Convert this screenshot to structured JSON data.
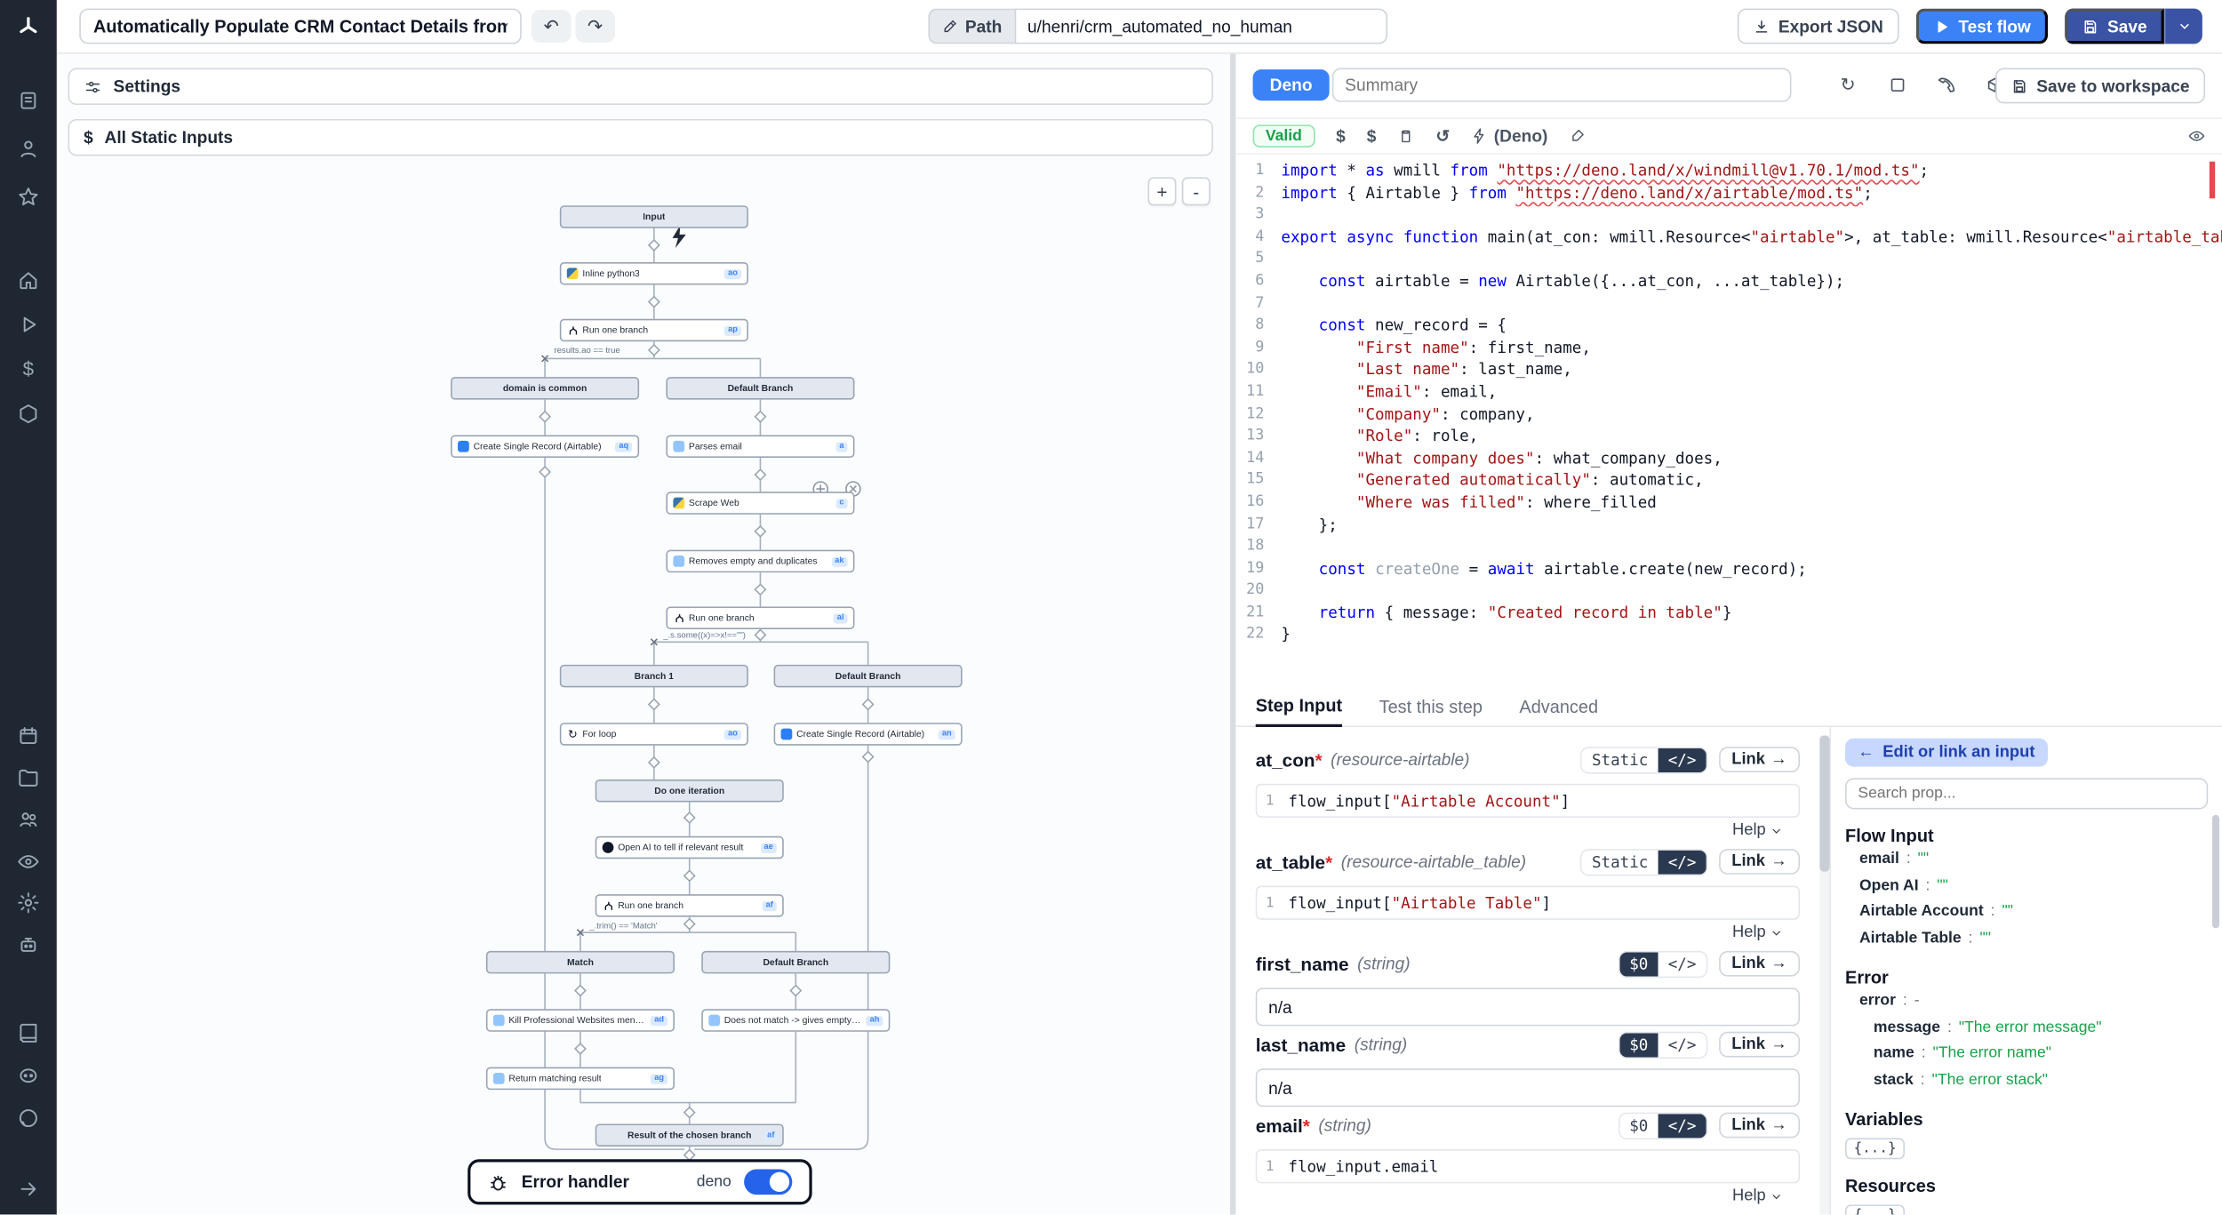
{
  "topbar": {
    "title": "Automatically Populate CRM Contact Details from",
    "path_label": "Path",
    "path_value": "u/henri/crm_automated_no_human",
    "export_json": "Export JSON",
    "test_flow": "Test flow",
    "save": "Save"
  },
  "flow": {
    "settings_label": "Settings",
    "static_inputs_label": "All Static Inputs",
    "zoom_in": "+",
    "zoom_out": "-",
    "error_handler": {
      "label": "Error handler",
      "lang": "deno",
      "enabled": true
    },
    "edge_labels": {
      "first": "results.ao == true",
      "second": "_.s.some((x)=>x!==\"\")",
      "third": "_.trim() == 'Match'"
    },
    "nodes": [
      {
        "id": "input",
        "label": "Input",
        "kind": "header"
      },
      {
        "id": "inline_python",
        "label": "Inline python3",
        "kind": "step",
        "icon": "python",
        "badge": "ao"
      },
      {
        "id": "run_branch_ap",
        "label": "Run one branch",
        "kind": "step",
        "icon": "branch",
        "badge": "ap"
      },
      {
        "id": "hdr_domain",
        "label": "domain is common",
        "kind": "header"
      },
      {
        "id": "hdr_default_1",
        "label": "Default Branch",
        "kind": "header"
      },
      {
        "id": "create_record_aq",
        "label": "Create Single Record (Airtable)",
        "kind": "step",
        "icon": "airtable",
        "badge": "aq"
      },
      {
        "id": "parses_email",
        "label": "Parses email",
        "kind": "step",
        "icon": "code",
        "badge": "a"
      },
      {
        "id": "scrape_web",
        "label": "Scrape Web",
        "kind": "step",
        "icon": "python",
        "badge": "c"
      },
      {
        "id": "removes_empty",
        "label": "Removes empty and duplicates",
        "kind": "step",
        "icon": "code",
        "badge": "ak"
      },
      {
        "id": "run_branch_al",
        "label": "Run one branch",
        "kind": "step",
        "icon": "branch",
        "badge": "al"
      },
      {
        "id": "hdr_branch_1",
        "label": "Branch 1",
        "kind": "header"
      },
      {
        "id": "hdr_default_2",
        "label": "Default Branch",
        "kind": "header"
      },
      {
        "id": "for_loop",
        "label": "For loop",
        "kind": "step",
        "icon": "loop",
        "badge": "ao"
      },
      {
        "id": "create_record_an",
        "label": "Create Single Record (Airtable)",
        "kind": "step",
        "icon": "airtable",
        "badge": "an"
      },
      {
        "id": "hdr_do_one",
        "label": "Do one iteration",
        "kind": "header"
      },
      {
        "id": "openai_step",
        "label": "Open AI to tell if relevant result",
        "kind": "step",
        "icon": "openai",
        "badge": "ae"
      },
      {
        "id": "run_branch_af",
        "label": "Run one branch",
        "kind": "step",
        "icon": "branch",
        "badge": "af"
      },
      {
        "id": "hdr_match",
        "label": "Match",
        "kind": "header"
      },
      {
        "id": "hdr_default_3",
        "label": "Default Branch",
        "kind": "header"
      },
      {
        "id": "kill_websites",
        "label": "Kill Professional Websites mentions",
        "kind": "step",
        "icon": "code",
        "badge": "ad"
      },
      {
        "id": "no_match",
        "label": "Does not match -> gives empty value",
        "kind": "step",
        "icon": "code",
        "badge": "ah"
      },
      {
        "id": "return_matching",
        "label": "Return matching result",
        "kind": "step",
        "icon": "code",
        "badge": "ag"
      },
      {
        "id": "hdr_result",
        "label": "Result of the chosen branch",
        "kind": "header",
        "badge": "af"
      }
    ]
  },
  "editor": {
    "lang_badge": "Deno",
    "summary_placeholder": "Summary",
    "save_to_workspace": "Save to workspace",
    "valid_label": "Valid",
    "lang_hint": "(Deno)",
    "code_lines": [
      "import * as wmill from \"https://deno.land/x/windmill@v1.70.1/mod.ts\";",
      "import { Airtable } from \"https://deno.land/x/airtable/mod.ts\";",
      "",
      "export async function main(at_con: wmill.Resource<\"airtable\">, at_table: wmill.Resource<\"airtable_table\">,",
      "",
      "    const airtable = new Airtable({...at_con, ...at_table});",
      "",
      "    const new_record = {",
      "        \"First name\": first_name,",
      "        \"Last name\": last_name,",
      "        \"Email\": email,",
      "        \"Company\": company,",
      "        \"Role\": role,",
      "        \"What company does\": what_company_does,",
      "        \"Generated automatically\": automatic,",
      "        \"Where was filled\": where_filled",
      "    };",
      "",
      "    const createOne = await airtable.create(new_record);",
      "",
      "    return { message: \"Created record in table\"}",
      "}"
    ]
  },
  "tabs": {
    "items": [
      {
        "label": "Step Input",
        "active": true
      },
      {
        "label": "Test this step",
        "active": false
      },
      {
        "label": "Advanced",
        "active": false
      }
    ]
  },
  "step_input": {
    "link_label": "Link",
    "help_label": "Help",
    "fields": [
      {
        "name": "at_con",
        "required": true,
        "type": "(resource-airtable)",
        "toggle_left": "Static",
        "toggle_right": "</>",
        "active": "right",
        "expr_line": "1",
        "expr": "flow_input[\"Airtable Account\"]",
        "help": true
      },
      {
        "name": "at_table",
        "required": true,
        "type": "(resource-airtable_table)",
        "toggle_left": "Static",
        "toggle_right": "</>",
        "active": "right",
        "expr_line": "1",
        "expr": "flow_input[\"Airtable Table\"]",
        "help": true
      },
      {
        "name": "first_name",
        "required": false,
        "type": "(string)",
        "toggle_left": "$0",
        "toggle_right": "</>",
        "active": "left",
        "input": "n/a",
        "help": false
      },
      {
        "name": "last_name",
        "required": false,
        "type": "(string)",
        "toggle_left": "$0",
        "toggle_right": "</>",
        "active": "left",
        "input": "n/a",
        "help": false
      },
      {
        "name": "email",
        "required": true,
        "type": "(string)",
        "toggle_left": "$0",
        "toggle_right": "</>",
        "active": "right",
        "expr_line": "1",
        "expr": "flow_input.email",
        "help": true
      }
    ]
  },
  "prop_picker": {
    "edit_link": "Edit or link an input",
    "search_placeholder": "Search prop...",
    "sections": [
      {
        "title": "Flow Input",
        "items": [
          {
            "key": "email",
            "value": "\"\"",
            "style": "string",
            "indent": 1
          },
          {
            "key": "Open AI",
            "value": "\"\"",
            "style": "string",
            "indent": 1
          },
          {
            "key": "Airtable Account",
            "value": "\"\"",
            "style": "string",
            "indent": 1
          },
          {
            "key": "Airtable Table",
            "value": "\"\"",
            "style": "string",
            "indent": 1
          }
        ]
      },
      {
        "title": "Error",
        "items": [
          {
            "key": "error",
            "value": "-",
            "style": "plain",
            "indent": 1
          },
          {
            "key": "message",
            "value": "\"The error message\"",
            "style": "string",
            "indent": 2
          },
          {
            "key": "name",
            "value": "\"The error name\"",
            "style": "string",
            "indent": 2
          },
          {
            "key": "stack",
            "value": "\"The error stack\"",
            "style": "string",
            "indent": 2
          }
        ]
      },
      {
        "title": "Variables",
        "badge": "{...}"
      },
      {
        "title": "Resources",
        "badge": "{...}"
      }
    ]
  }
}
